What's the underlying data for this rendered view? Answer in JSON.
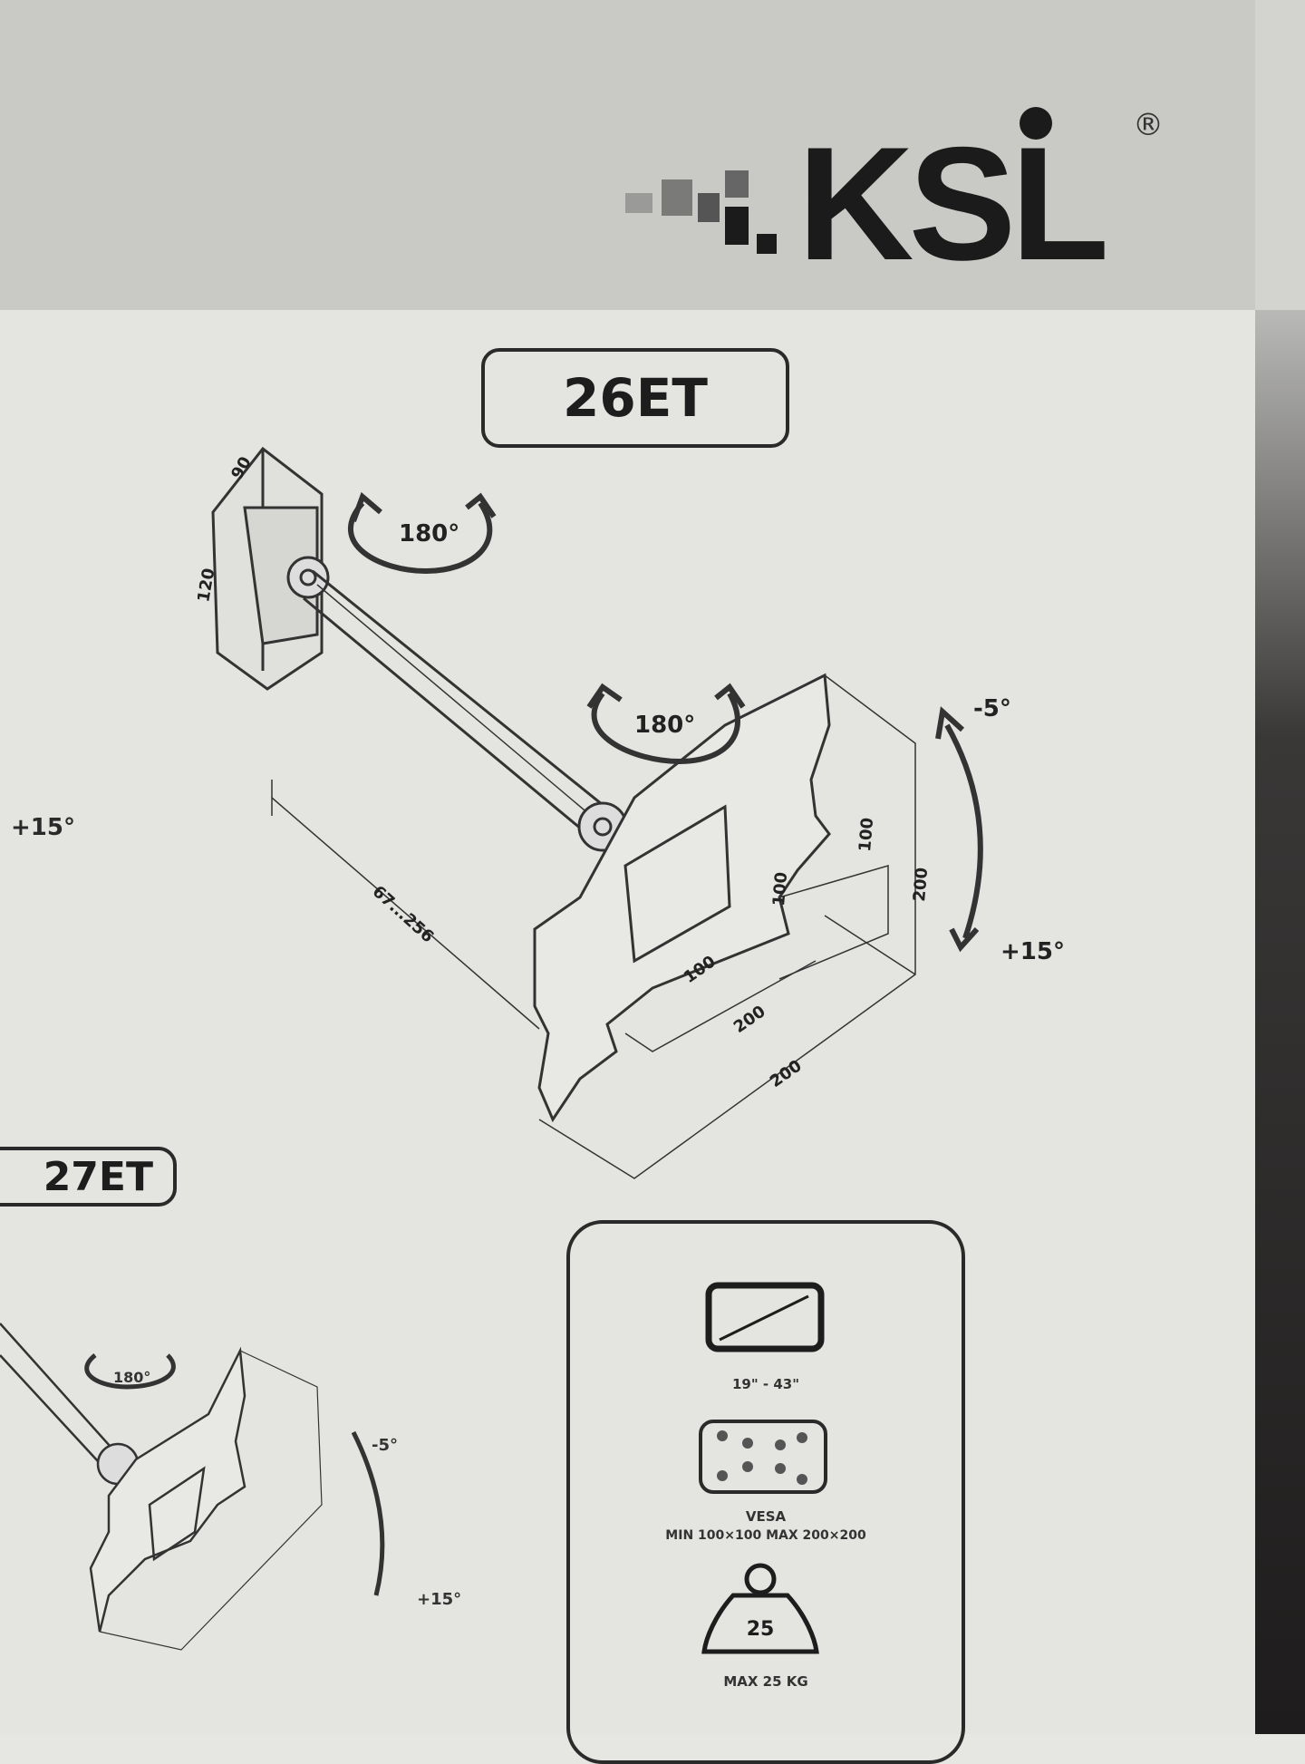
{
  "brand": {
    "name": "KSL",
    "registered": "®"
  },
  "models": [
    {
      "label": "26ET"
    },
    {
      "label": "27ET"
    }
  ],
  "diagram_26et": {
    "rotation_wall": "180°",
    "rotation_head": "180°",
    "wall_plate_depth": "90",
    "wall_plate_height": "120",
    "arm_length": "67...256",
    "vesa_inner_v": "100",
    "vesa_outer_v1": "100",
    "vesa_outer_v2": "200",
    "vesa_inner_h": "100",
    "vesa_mid_h": "200",
    "vesa_outer_h": "200",
    "tilt_up": "-5°",
    "tilt_down": "+15°"
  },
  "diagram_27et": {
    "rotation_head": "180°",
    "tilt_up": "-5°",
    "tilt_down": "+15°"
  },
  "left_edge_label": "+15°",
  "specs": {
    "screen_size": "19\" - 43\"",
    "vesa_title": "VESA",
    "vesa_range": "MIN 100×100 MAX 200×200",
    "weight_icon_value": "25",
    "max_load": "MAX 25 KG"
  }
}
